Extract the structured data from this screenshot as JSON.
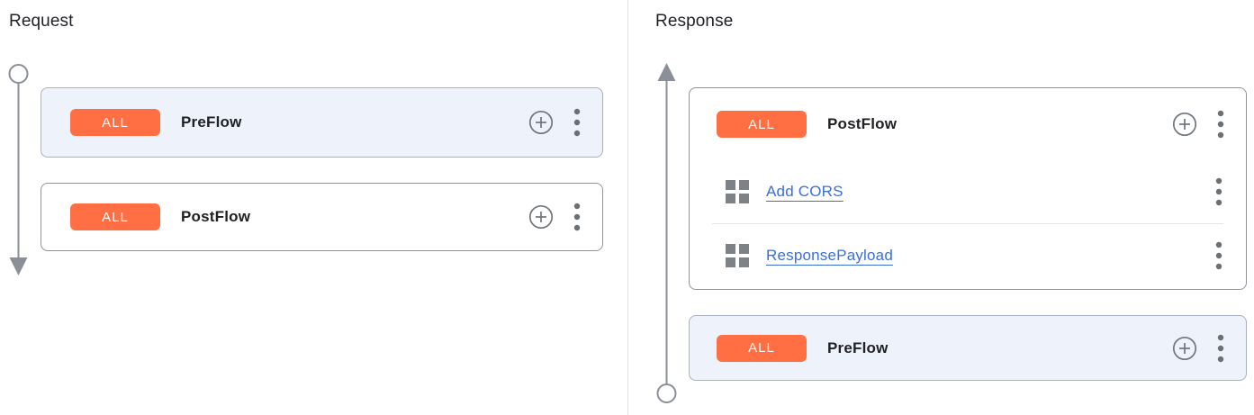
{
  "panels": {
    "request": {
      "title": "Request",
      "flows": [
        {
          "condition": "ALL",
          "name": "PreFlow",
          "highlighted": true,
          "policies": []
        },
        {
          "condition": "ALL",
          "name": "PostFlow",
          "highlighted": false,
          "policies": []
        }
      ]
    },
    "response": {
      "title": "Response",
      "flows": [
        {
          "condition": "ALL",
          "name": "PostFlow",
          "highlighted": false,
          "policies": [
            {
              "name": "Add CORS"
            },
            {
              "name": "ResponsePayload"
            }
          ]
        },
        {
          "condition": "ALL",
          "name": "PreFlow",
          "highlighted": true,
          "policies": []
        }
      ]
    }
  },
  "icons": {
    "add_step": "plus-circle-icon",
    "more_actions": "kebab-menu-icon",
    "policy": "policy-grid-icon",
    "request_direction": "arrow-down",
    "response_direction": "arrow-up"
  },
  "colors": {
    "condition_badge": "#ff6f43",
    "policy_link": "#3a6fd8",
    "highlighted_card_bg": "#eef2fb",
    "timeline_gray": "#8a8f98"
  }
}
